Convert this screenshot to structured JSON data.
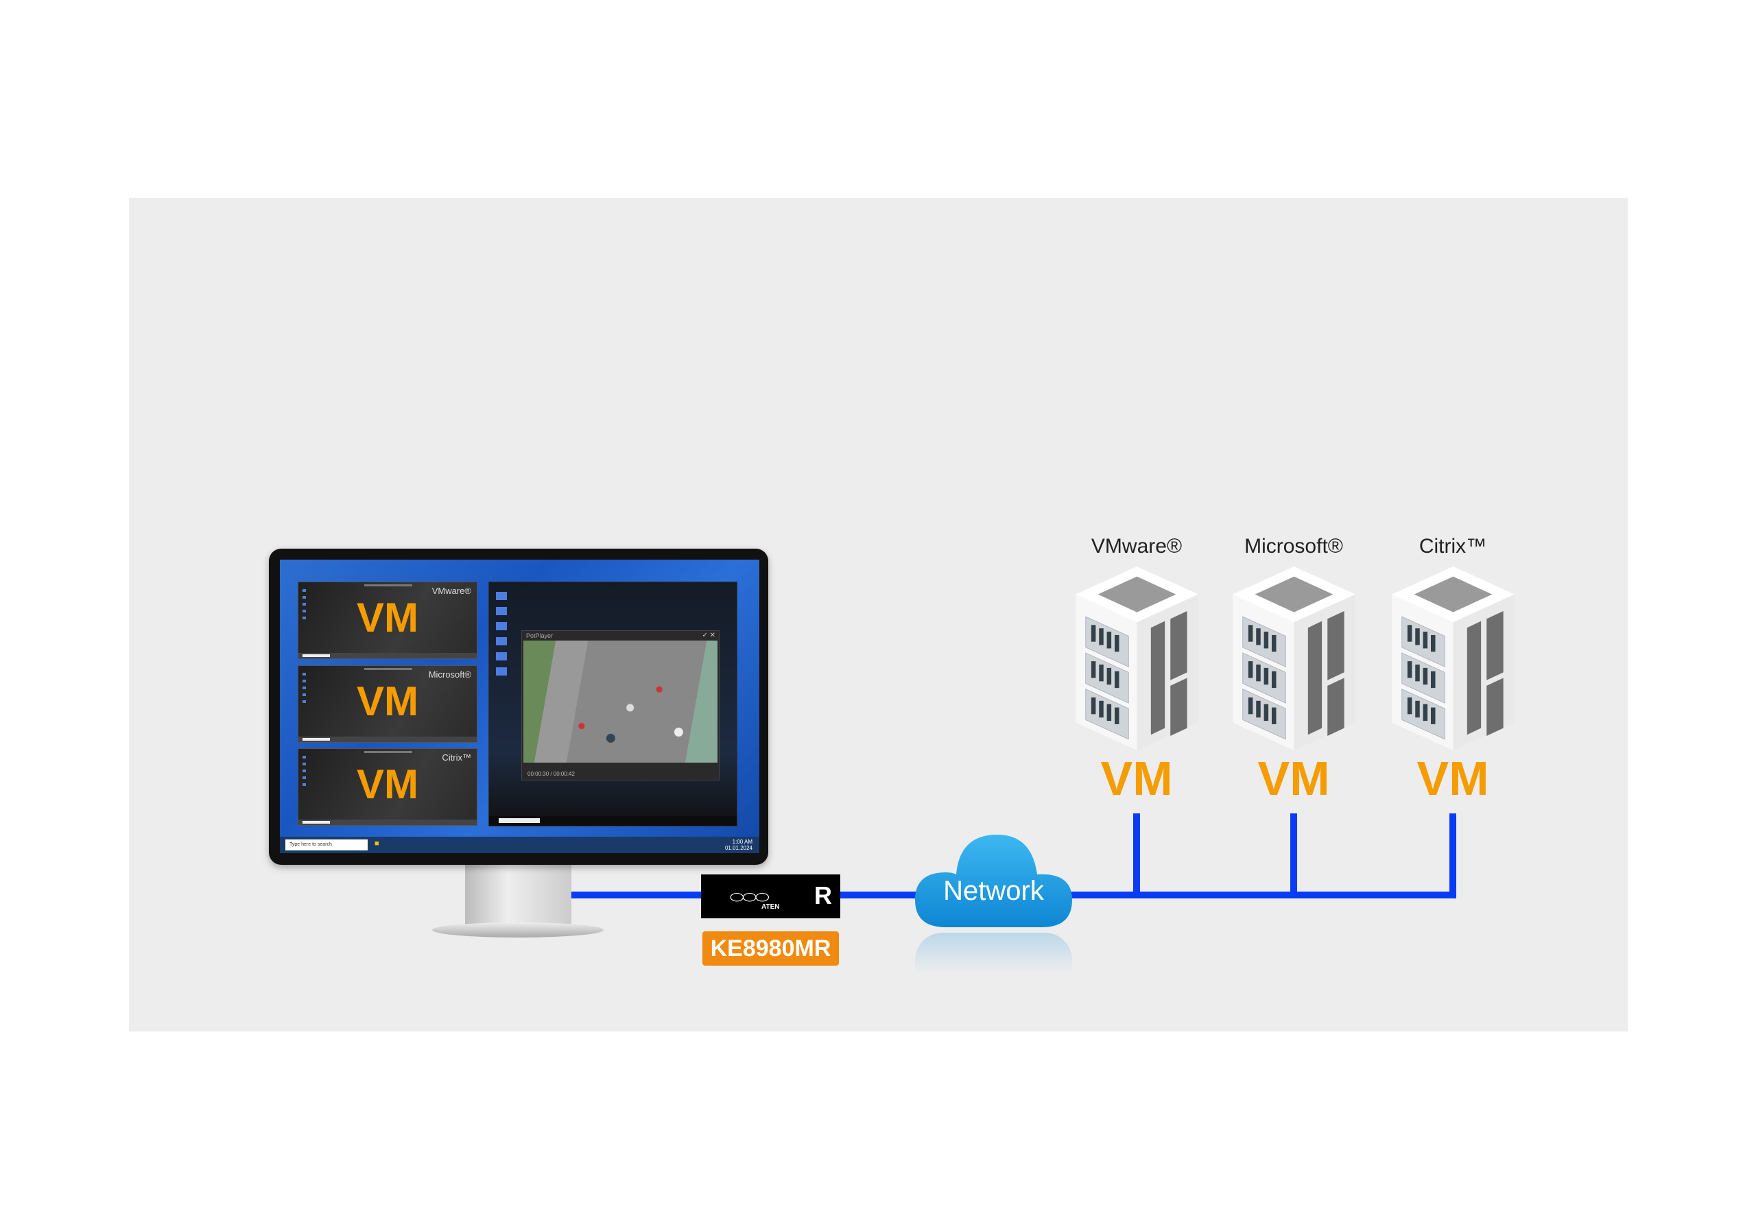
{
  "monitor": {
    "vm_windows": [
      {
        "brand": "VMware®",
        "label": "VM"
      },
      {
        "brand": "Microsoft®",
        "label": "VM"
      },
      {
        "brand": "Citrix™",
        "label": "VM"
      }
    ],
    "player": {
      "title": "PotPlayer",
      "time": "00:00:30 / 00:00:42",
      "close": "✓ ✕"
    },
    "taskbar": {
      "search_placeholder": "Type here to search",
      "time": "1:00 AM",
      "date": "01.01.2024"
    }
  },
  "device": {
    "brand": "ATEN",
    "model": "KE8980MR",
    "mark": "R"
  },
  "network": {
    "label": "Network"
  },
  "servers": [
    {
      "name": "VMware®",
      "label": "VM"
    },
    {
      "name": "Microsoft®",
      "label": "VM"
    },
    {
      "name": "Citrix™",
      "label": "VM"
    }
  ],
  "colors": {
    "accent": "#f59c00",
    "line": "#0a3cf5",
    "badge": "#f08a10",
    "cloud": "#1e9be0",
    "panel": "#ededed"
  }
}
